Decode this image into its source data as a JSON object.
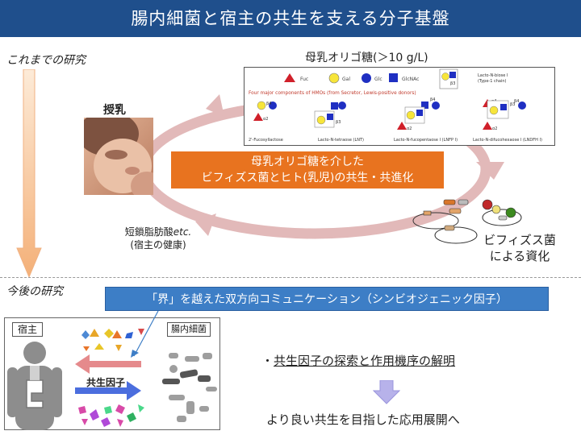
{
  "header": {
    "title": "腸内細菌と宿主の共生を支える分子基盤"
  },
  "past": {
    "label": "これまでの研究",
    "breastfeeding_label": "授乳",
    "hmo_title": "母乳オリゴ糖(＞10 g/L)",
    "orange_box_line1": "母乳オリゴ糖を介した",
    "orange_box_line2": "ビフィズス菌とヒト(乳児)の共生・共進化",
    "scfa_line1_prefix": "短鎖脂肪酸",
    "scfa_line1_etc": "etc.",
    "scfa_line2": "(宿主の健康)",
    "bifido_line1": "ビフィズス菌",
    "bifido_line2": "による資化"
  },
  "hmo_figure": {
    "legend": [
      "Fuc",
      "Gal",
      "Glc",
      "GlcNAc"
    ],
    "lnb_label": [
      "Lacto-N-biose I",
      "(Type-1 chain)"
    ],
    "heading": "Four major components of HMOs (from Secretor, Lewis-positive donors)",
    "components": [
      "2'-Fucosyllactose",
      "Lacto-N-tetraose (LNT)",
      "Lacto-N-fucopentaose I (LNFP I)",
      "Lacto-N-difucohexaose I (LNDFH I)"
    ],
    "linkage_labels": [
      "α2",
      "β4",
      "β3",
      "β3",
      "β4",
      "α2",
      "α4",
      "β3",
      "β4",
      "α2"
    ]
  },
  "future": {
    "label": "今後の研究",
    "blue_banner": "「界」を越えた双方向コミュニケーション（シンビオジェニック因子）",
    "host_label": "宿主",
    "microbe_label": "腸内細菌",
    "factor_label": "共生因子",
    "bullet_symbol": "・",
    "bullet": "共生因子の探索と作用機序の解明",
    "goal": "より良い共生を目指した応用展開へ"
  },
  "colors": {
    "header": "#1f4f8c",
    "orange": "#e8731f",
    "blue_banner": "#3d7ec6",
    "cycle_arrow": "#e2b9b9",
    "fuc": "#d0202a",
    "gal": "#f7e53a",
    "glc": "#1f2fc2",
    "glcnac": "#1f2fc2"
  },
  "icons": [
    "fucose-triangle-icon",
    "galactose-circle-icon",
    "glucose-circle-icon",
    "glcnac-square-icon",
    "host-silhouette-icon",
    "bacteria-icon",
    "molecule-icon"
  ]
}
